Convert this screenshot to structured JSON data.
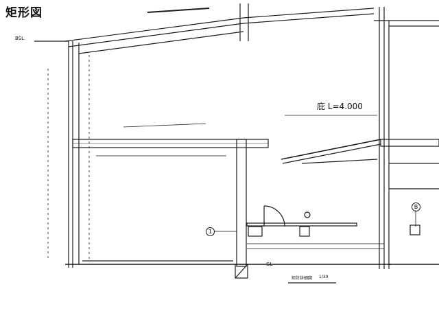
{
  "title": "矩形図",
  "eave_label": "庇 L=4.000",
  "level_label": "BSL",
  "ground_label": "GL",
  "axis_marks": [
    "1",
    "B"
  ],
  "scale_caption": "矩計詳細図",
  "scale_value": "1/30",
  "colors": {
    "ink": "#1a1a1a",
    "paper": "#ffffff"
  }
}
